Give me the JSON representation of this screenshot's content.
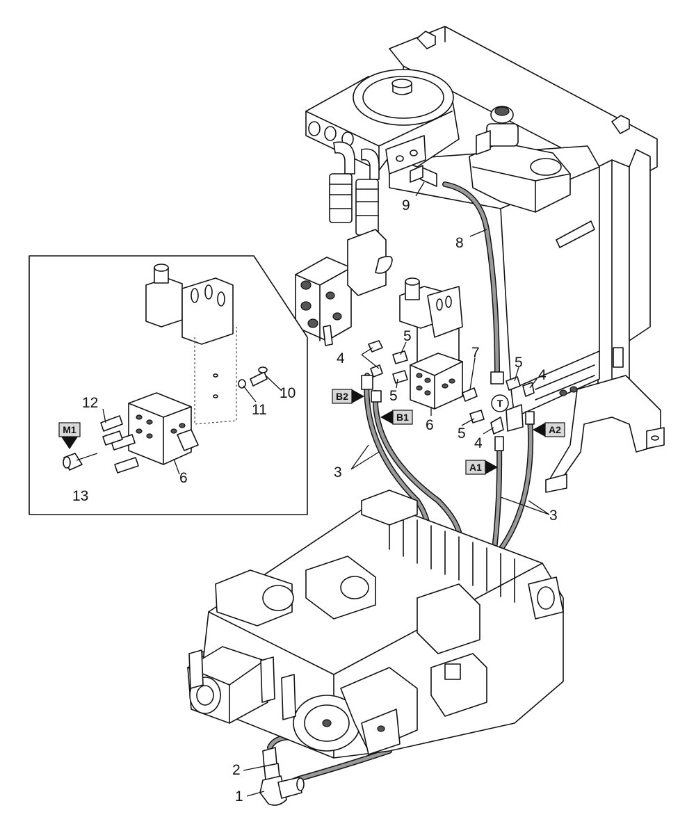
{
  "callouts": {
    "c1": "1",
    "c2": "2",
    "c3a": "3",
    "c3b": "3",
    "c4a": "4",
    "c4b": "4",
    "c4c": "4",
    "c5a": "5",
    "c5b": "5",
    "c5c": "5",
    "c5d": "5",
    "c6a": "6",
    "c6b": "6",
    "c7": "7",
    "c8": "8",
    "c9": "9",
    "c10": "10",
    "c11": "11",
    "c12": "12",
    "c13": "13"
  },
  "port_tags": {
    "b2": "B2",
    "b1": "B1",
    "a1": "A1",
    "a2": "A2",
    "m1": "M1",
    "t": "T"
  },
  "colors": {
    "line": "#111111",
    "shade": "#d9d9d9",
    "background": "#ffffff"
  }
}
